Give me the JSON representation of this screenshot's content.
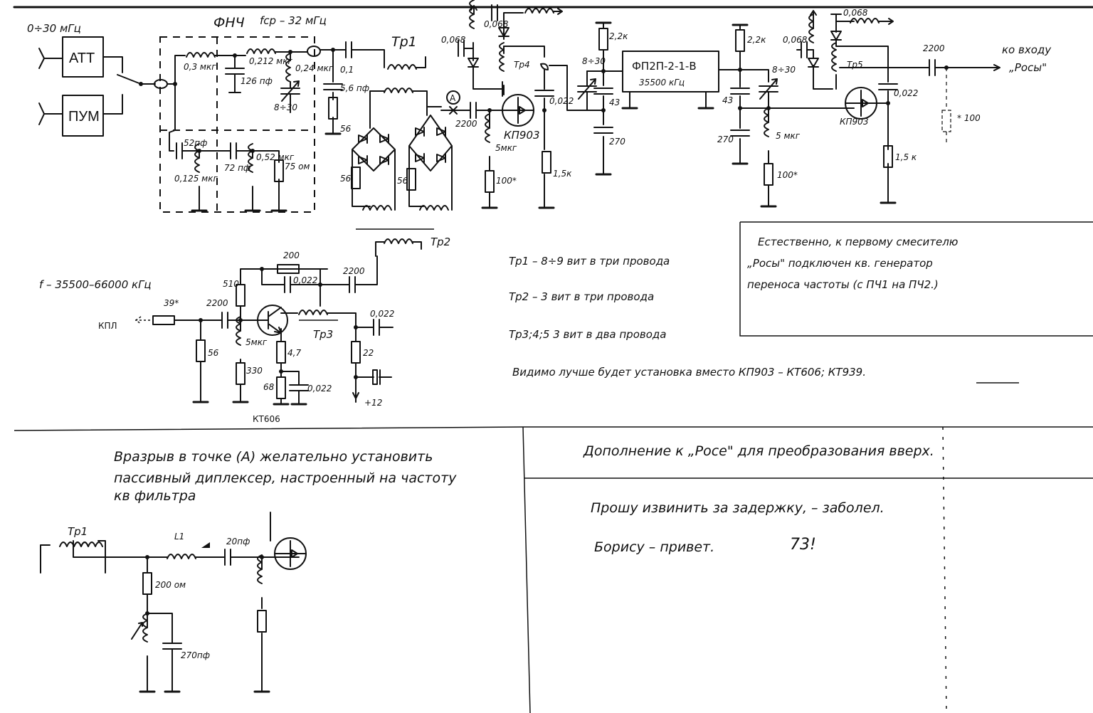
{
  "top_circuit": {
    "input_band": "0÷30 мГц",
    "att_label": "АТТ",
    "pum_label": "ПУМ",
    "lpf_title": "ФНЧ",
    "lpf_cutoff": "fср – 32 мГц",
    "l1": "0,3 мкг",
    "c1": "126 пф",
    "l2": "0,212 мкг",
    "l3": "0,24 мкг",
    "c_trim1": "8÷30",
    "c2": "0,1",
    "c3": "5,6 пф",
    "r56a": "56",
    "c_52": "52пф",
    "l4": "0,125 мкг",
    "c_72": "72 пф",
    "l5": "0,52 мкг",
    "r75": "75 ом",
    "tr1": "Тр1",
    "r56b": "56",
    "r56c": "56",
    "point_a": "A",
    "c2200a": "2200",
    "c0068a": "0,068",
    "c0068b": "0,068",
    "tr4": "Тр4",
    "c0022a": "0,022",
    "q1": "КП903",
    "l_5mkg_a": "5мкг",
    "r100a": "100*",
    "r1k5a": "1,5к",
    "r2k2a": "2,2к",
    "trim2": "8÷30",
    "c43a": "43",
    "c270a": "270",
    "filter_name": "ФП2П-2-1-В",
    "filter_freq": "35500 кГц",
    "r2k2b": "2,2к",
    "c43b": "43",
    "c270b": "270",
    "trim3": "8÷30",
    "l_5mkg_b": "5 мкг",
    "r100b": "100*",
    "c0068c": "0,068",
    "c0068d": "0,068",
    "tr5": "Тр5",
    "c0022b": "0,022",
    "q2": "КП903",
    "r1k5b": "1,5 к",
    "c2200b": "2200",
    "r100c": "* 100",
    "output_label_1": "ко входу",
    "output_label_2": "„Росы\""
  },
  "osc_circuit": {
    "tr2": "Тр2",
    "freq_range": "f – 35500–66000 кГц",
    "kpl": "КПЛ",
    "r39": "39*",
    "c2200a": "2200",
    "r56": "56",
    "r510": "510",
    "l5mkg": "5мкг",
    "r330": "330",
    "r200": "200",
    "c0022a": "0,022",
    "c2200b": "2200",
    "tr3": "Тр3",
    "c0022b": "0,022",
    "r4_7": "4,7",
    "r68": "68",
    "c0022c": "0,022",
    "r22": "22",
    "supply": "+12",
    "transistor": "КТ606"
  },
  "notes": {
    "tr1_note": "Тр1 – 8÷9 вит в три провода",
    "tr2_note": "Тр2 – 3 вит в три провода",
    "tr345_note": "Тр3;4;5  3 вит в два провода",
    "replacement_note": "Видимо лучше будет установка вместо КП903 – КТ606; КТ939.",
    "boxed_note": [
      "Естественно, к первому смесителю",
      "„Росы\" подключен кв. генератор",
      "переноса частоты (с ПЧ1 на ПЧ2.)"
    ]
  },
  "bottom_left": {
    "text": [
      "Вразрыв в точке (A) желательно установить",
      "пассивный диплексер, настроенный на частоту",
      "кв фильтра"
    ],
    "tr1": "Тр1",
    "l": "L1",
    "c20": "20пф",
    "r200": "200 ом",
    "c270": "270пф"
  },
  "bottom_right": {
    "title": "Дополнение к „Росе\" для преобразования вверх.",
    "apology": "Прошу извинить за задержку, – заболел.",
    "greeting": "Борису – привет.",
    "signoff": "73!"
  }
}
